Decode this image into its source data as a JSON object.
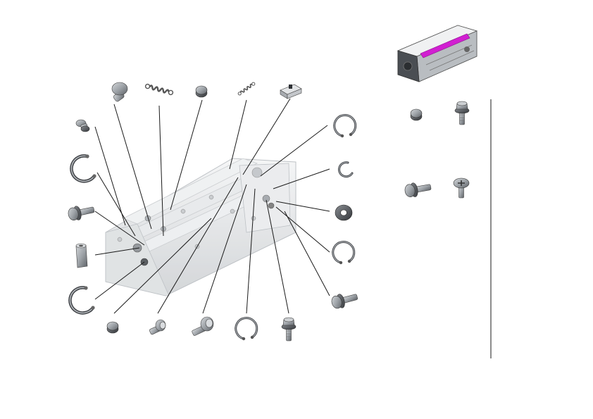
{
  "diagram": {
    "background": "#ffffff",
    "line_color": "#1a1a1a",
    "metal_color": "#9ea3a8",
    "dark_metal_color": "#4a4e53",
    "assembly_color": "#e4e6e8",
    "highlight_color": "#d11fd1"
  },
  "parts": [
    {
      "name": "screw-small"
    },
    {
      "name": "e-ring-large"
    },
    {
      "name": "bolt-washer"
    },
    {
      "name": "sleeve"
    },
    {
      "name": "e-ring-large"
    },
    {
      "name": "pin-flat-head"
    },
    {
      "name": "spring"
    },
    {
      "name": "nut"
    },
    {
      "name": "spring"
    },
    {
      "name": "clip-block"
    },
    {
      "name": "snap-ring"
    },
    {
      "name": "e-ring-small"
    },
    {
      "name": "washer"
    },
    {
      "name": "snap-ring"
    },
    {
      "name": "bolt-washer"
    },
    {
      "name": "nut"
    },
    {
      "name": "shoulder-screw"
    },
    {
      "name": "pin-shoulder"
    },
    {
      "name": "snap-ring"
    },
    {
      "name": "hex-bolt"
    }
  ],
  "legend_parts": [
    {
      "name": "nut"
    },
    {
      "name": "hex-bolt"
    },
    {
      "name": "bolt-washer"
    },
    {
      "name": "phillips-screw"
    }
  ]
}
